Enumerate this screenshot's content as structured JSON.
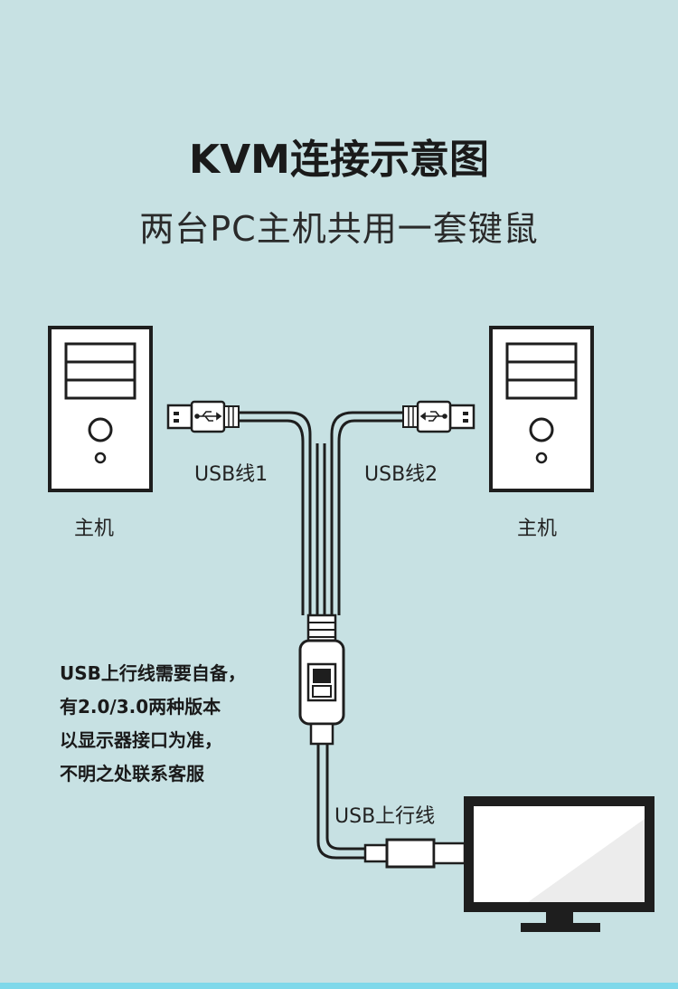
{
  "header": {
    "title": "KVM连接示意图",
    "subtitle": "两台PC主机共用一套键鼠"
  },
  "host_left": {
    "label": "主机"
  },
  "host_right": {
    "label": "主机"
  },
  "cables": {
    "usb1_label": "USB线1",
    "usb2_label": "USB线2",
    "uplink_label": "USB上行线"
  },
  "note": {
    "lines": [
      "USB上行线需要自备，",
      "有2.0/3.0两种版本",
      "以显示器接口为准，",
      "不明之处联系客服"
    ]
  },
  "colors": {
    "background": "#c7e1e3",
    "stroke": "#1e1e1e",
    "device_fill": "#ffffff",
    "accent_strip": "#7fd8ea"
  },
  "icons": {
    "pc_tower": "pc-tower-icon",
    "usb_plug": "usb-plug-icon",
    "usb_symbol": "usb-symbol-icon",
    "kvm_switch": "kvm-switch-icon",
    "monitor": "monitor-icon"
  }
}
